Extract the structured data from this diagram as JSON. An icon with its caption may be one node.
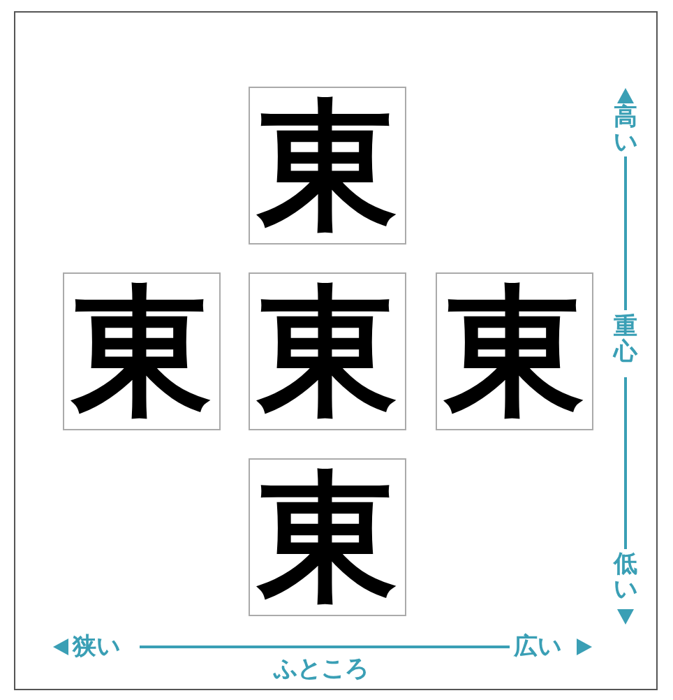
{
  "diagram": {
    "nodes": [
      {
        "text": [
          "東"
        ]
      },
      {
        "text": [
          "東"
        ]
      },
      {
        "text": [
          "東"
        ]
      },
      {
        "text": [
          "東"
        ]
      },
      {
        "text": [
          "東"
        ]
      }
    ],
    "labels": [
      "高い",
      "重心",
      "低い",
      "狭い",
      "広い",
      "ふところ"
    ]
  }
}
